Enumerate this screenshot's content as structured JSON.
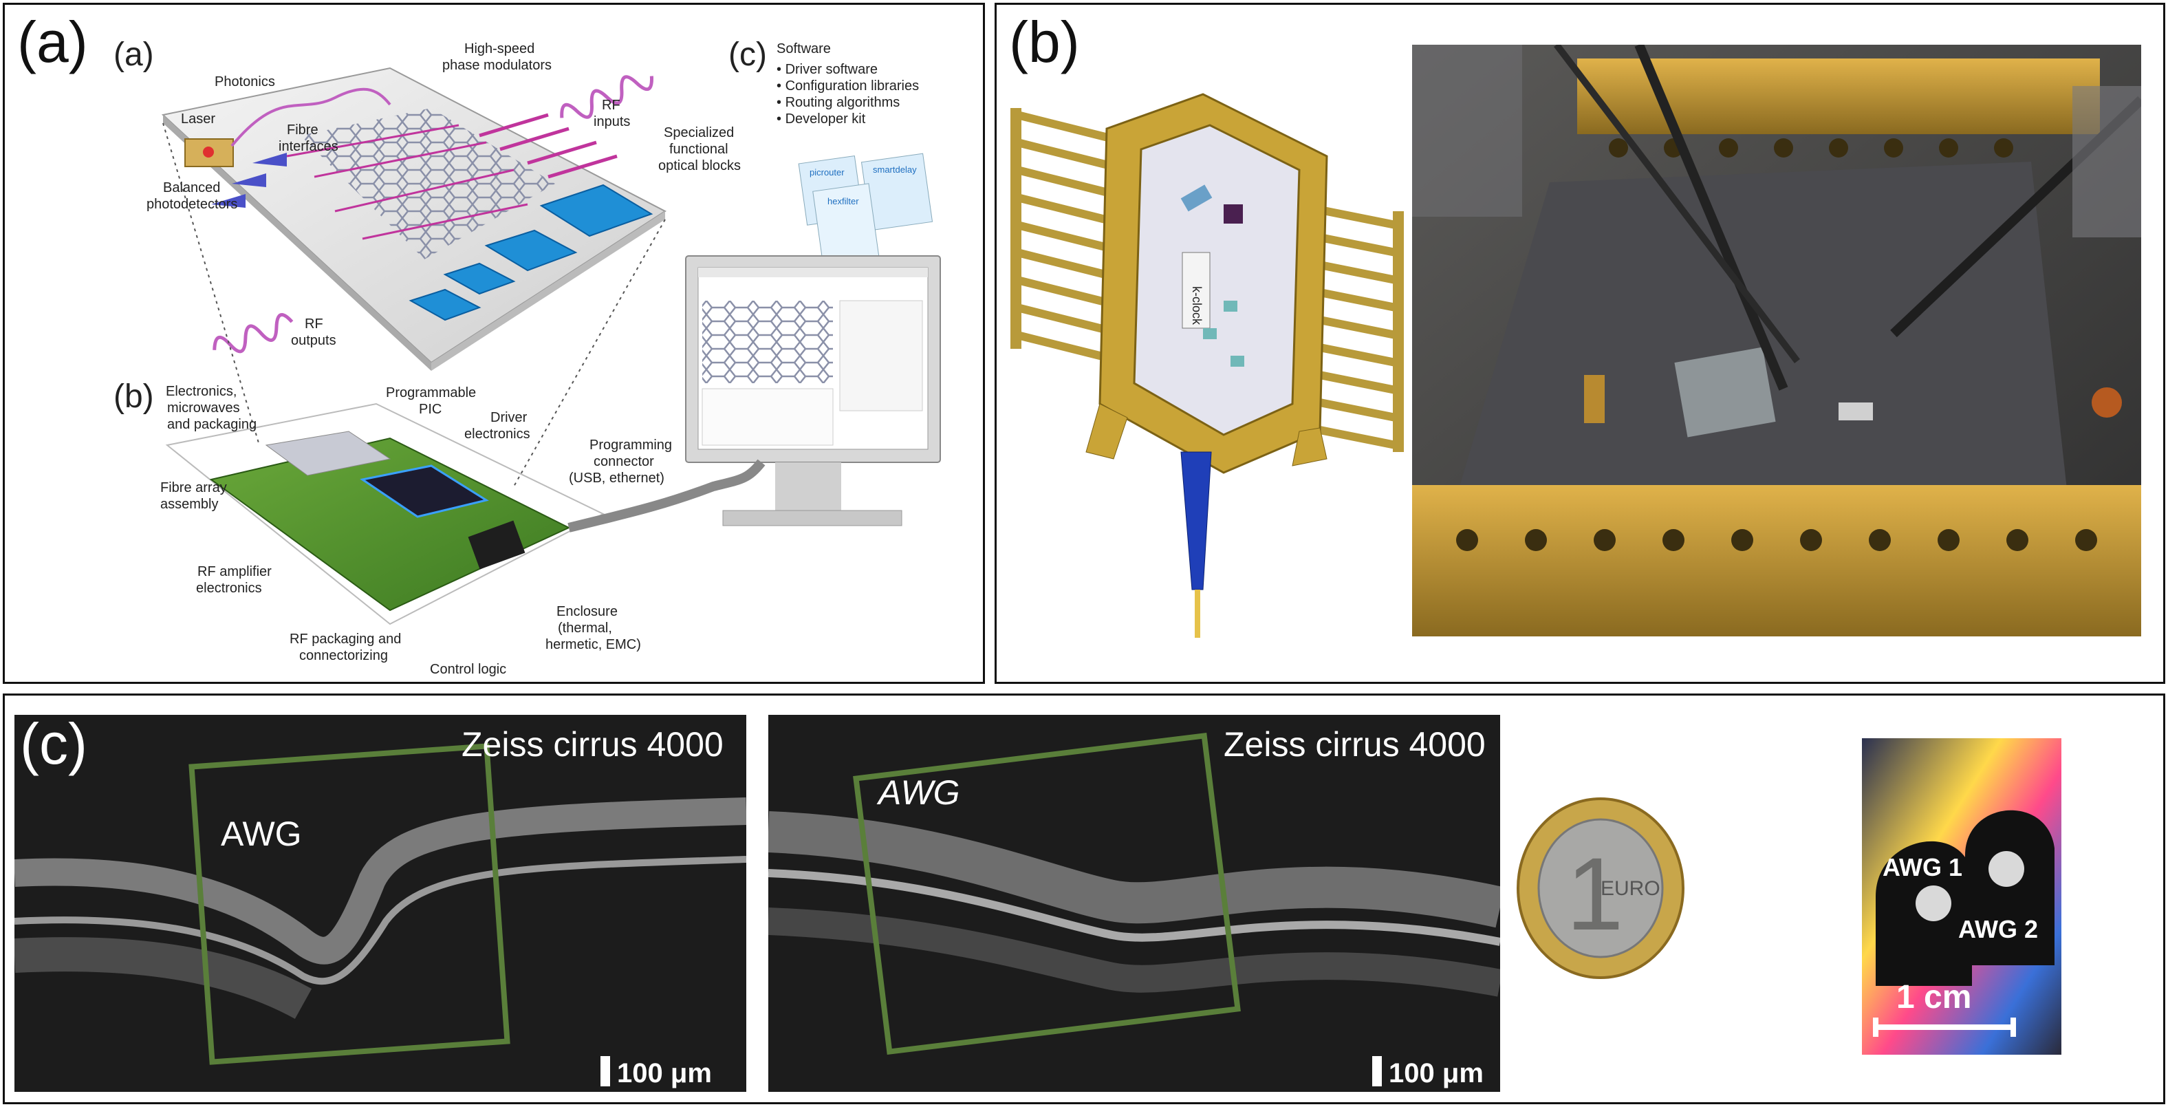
{
  "panel_a": {
    "label": "(a)",
    "sub_a": "(a)",
    "sub_b": "(b)",
    "sub_c": "(c)",
    "photonics": "Photonics",
    "laser": "Laser",
    "fibre_interfaces": [
      "Fibre",
      "interfaces"
    ],
    "balanced": [
      "Balanced",
      "photodetectors"
    ],
    "rf_outputs": [
      "RF",
      "outputs"
    ],
    "high_speed": [
      "High-speed",
      "phase modulators"
    ],
    "rf_inputs": [
      "RF",
      "inputs"
    ],
    "specialized": [
      "Specialized",
      "functional",
      "optical blocks"
    ],
    "software_title": "Software",
    "software_items": [
      "Driver software",
      "Configuration libraries",
      "Routing algorithms",
      "Developer kit"
    ],
    "app_tiles": [
      "picrouter",
      "hexfilter",
      "smartdelay"
    ],
    "electronics": [
      "Electronics,",
      "microwaves",
      "and packaging"
    ],
    "programmable_pic": [
      "Programmable",
      "PIC"
    ],
    "driver_electronics": [
      "Driver",
      "electronics"
    ],
    "prog_connector": [
      "Programming",
      "connector",
      "(USB, ethernet)"
    ],
    "fibre_array": [
      "Fibre array",
      "assembly"
    ],
    "rf_amp": [
      "RF amplifier",
      "electronics"
    ],
    "rf_packaging": [
      "RF packaging and",
      "connectorizing"
    ],
    "control_logic": "Control logic",
    "enclosure": [
      "Enclosure",
      "(thermal,",
      "hermetic, EMC)"
    ]
  },
  "panel_b": {
    "label": "(b)",
    "kclock": "k-clock"
  },
  "panel_c": {
    "label": "(c)",
    "img1_title": "Zeiss cirrus 4000",
    "img1_awg": "AWG",
    "img1_scale": "100 μm",
    "img2_title": "Zeiss cirrus 4000",
    "img2_awg": "AWG",
    "img2_scale": "100 μm",
    "coin_text": "EURO",
    "coin_value": "1",
    "chip_awg1": "AWG 1",
    "chip_awg2": "AWG 2",
    "chip_scale": "1 cm"
  },
  "colors": {
    "awg_box": "#5a7f3a",
    "chip_blue": "#1f8fd6",
    "gold": "#c9a437",
    "fibre_blue": "#1f3fb8"
  }
}
